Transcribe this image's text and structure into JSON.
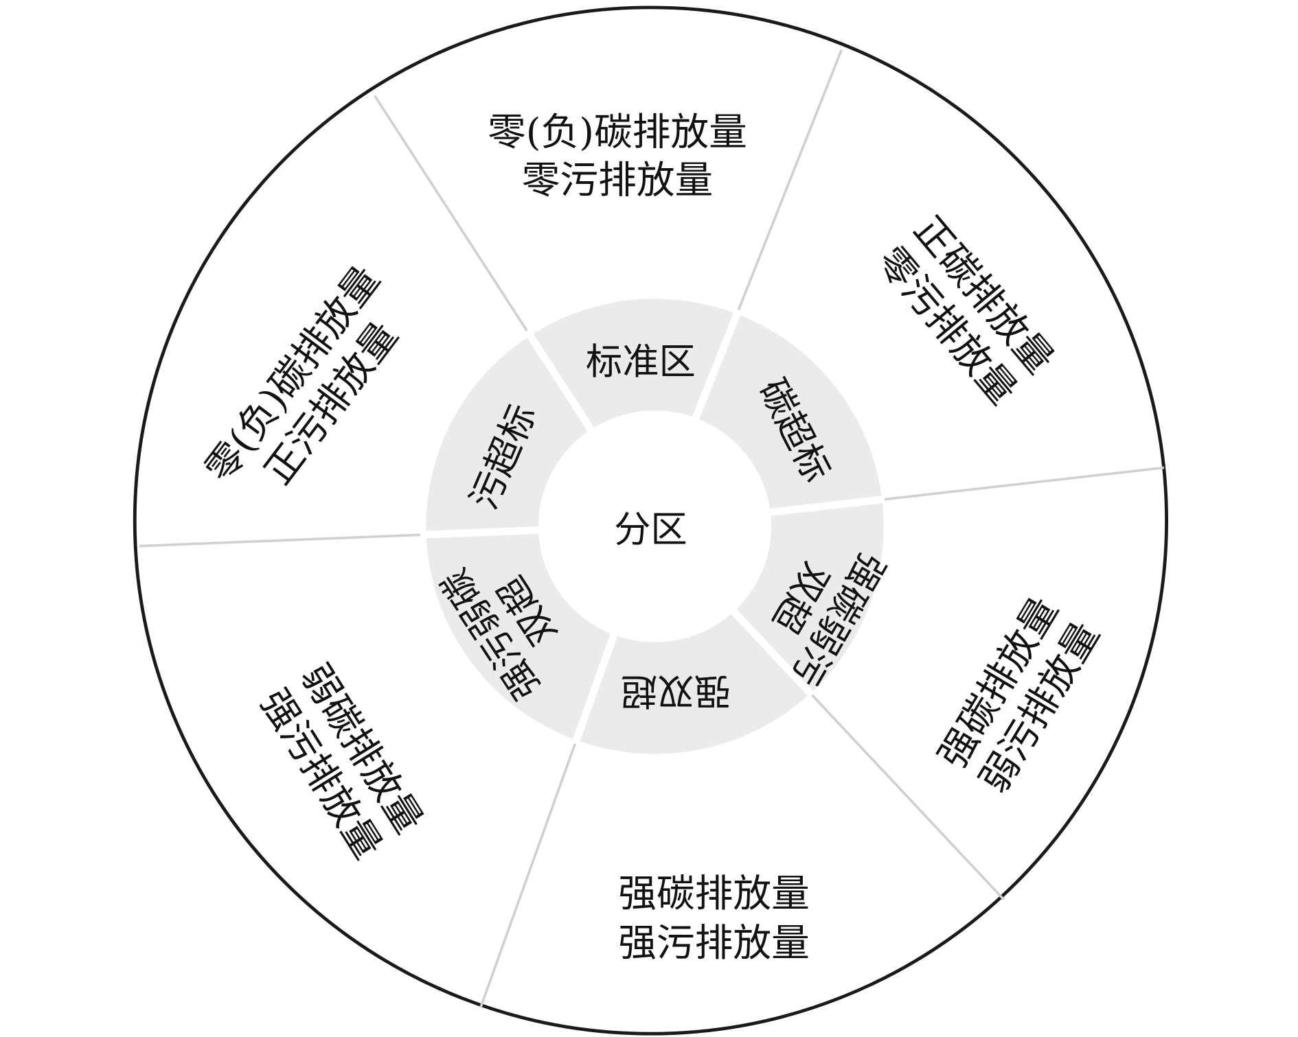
{
  "center_label": "分区",
  "inner_ring": {
    "standard": "标准区",
    "carbon_exceed": "碳超标",
    "strong_carbon_weak_pollution": [
      "强碳弱污",
      "双超"
    ],
    "strong_double": "强双超",
    "strong_pollution_weak_carbon": [
      "强污弱碳",
      "双超"
    ],
    "pollution_exceed": "污超标"
  },
  "outer_ring": {
    "top": [
      "零(负)碳排放量",
      "零污排放量"
    ],
    "upper_right": [
      "正碳排放量",
      "零污排放量"
    ],
    "lower_right": [
      "强碳排放量",
      "弱污排放量"
    ],
    "bottom": [
      "强碳排放量",
      "强污排放量"
    ],
    "lower_left": [
      "弱碳排放量",
      "强污排放量"
    ],
    "upper_left": [
      "零(负)碳排放量",
      "正污排放量"
    ]
  },
  "colors": {
    "ring_fill": "#ebebeb",
    "outline": "#1a1a1a",
    "divider": "#d0d0d0"
  }
}
